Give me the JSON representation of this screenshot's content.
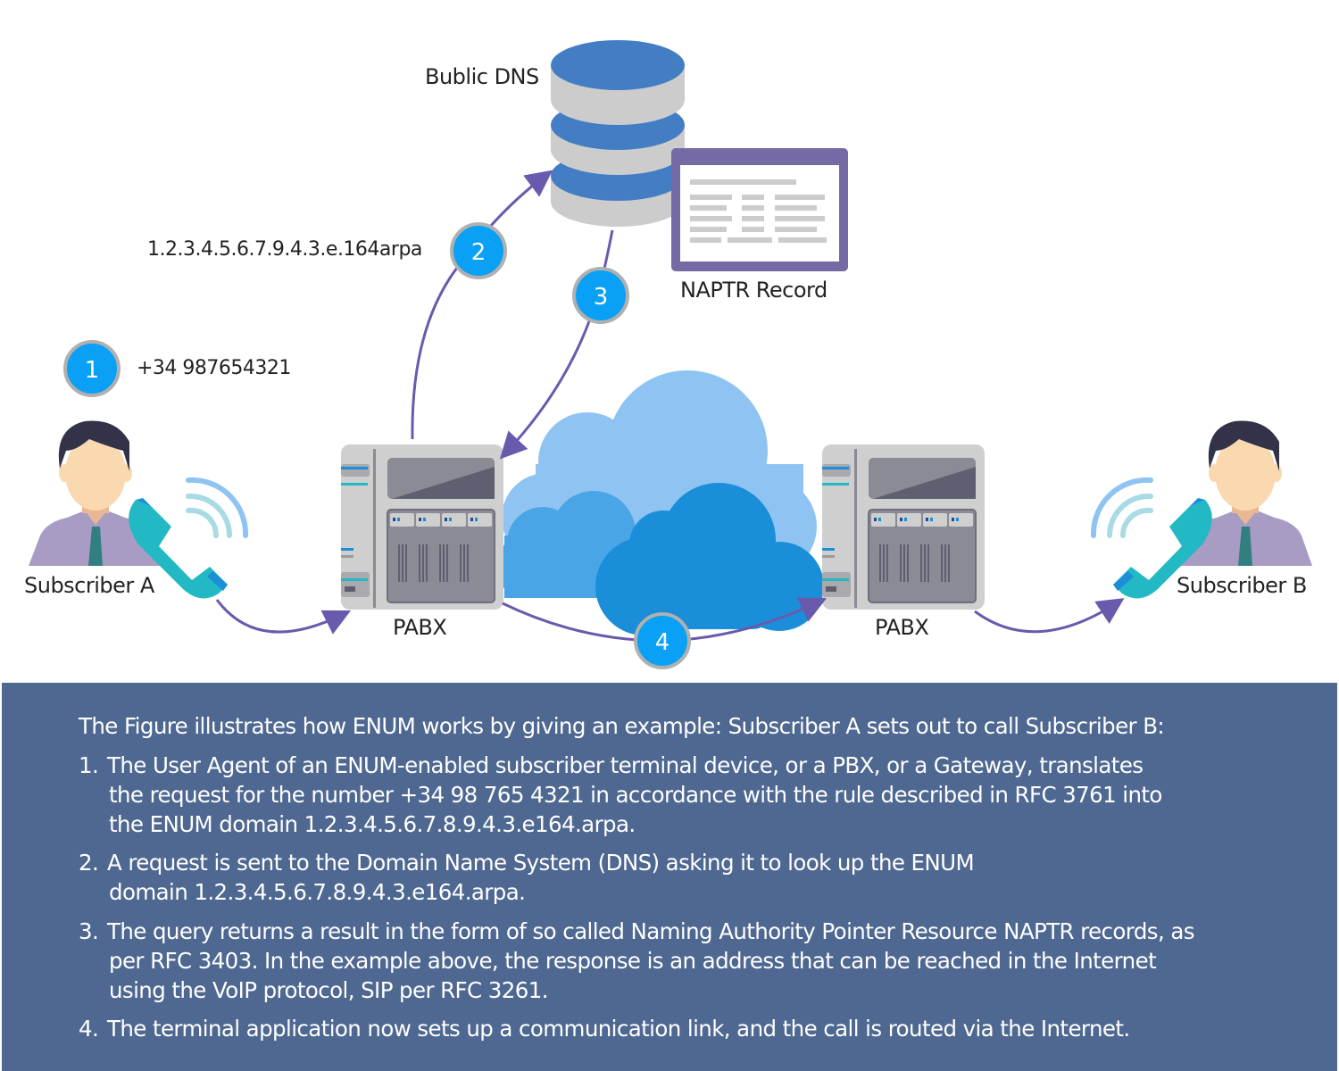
{
  "diagram": {
    "title_hidden": "",
    "dns_label": "Bublic DNS",
    "naptr_label": "NAPTR Record",
    "enum_domain_label": "1.2.3.4.5.6.7.9.4.3.e.164arpa",
    "phone_number_label": "+34 987654321",
    "subscriber_a_label": "Subscriber A",
    "subscriber_b_label": "Subscriber B",
    "pabx_left_label": "PABX",
    "pabx_right_label": "PABX",
    "badges": [
      "1",
      "2",
      "3",
      "4"
    ],
    "colors": {
      "badge": "#0aa0f5",
      "badge_ring": "#b0b0b0",
      "arrow": "#6a5aad",
      "dns_blue": "#437ec4",
      "dns_gray": "#cccccc",
      "naptr_frame": "#756aa3",
      "cloud_light": "#8fc4f2",
      "cloud_mid": "#4aa5e6",
      "cloud_dark": "#1b8ed9",
      "phone": "#22b9c4",
      "panel_bg": "#4e6891"
    }
  },
  "panel": {
    "intro": "The Figure illustrates how ENUM works by giving an example: Subscriber A sets out to call Subscriber B:",
    "steps": [
      {
        "num": "1.",
        "lines": [
          "The User Agent of an ENUM-enabled subscriber terminal device, or a PBX, or a Gateway, translates",
          "the request for the number +34 98 765 4321 in accordance with the rule described in RFC 3761 into",
          "the ENUM domain 1.2.3.4.5.6.7.8.9.4.3.e164.arpa."
        ]
      },
      {
        "num": "2.",
        "lines": [
          "A request is sent to the Domain Name System (DNS) asking it to look up the ENUM",
          "domain 1.2.3.4.5.6.7.8.9.4.3.e164.arpa."
        ]
      },
      {
        "num": "3.",
        "lines": [
          "The query returns a result in the form of so called Naming Authority Pointer Resource NAPTR records, as",
          "per RFC 3403. In the example above, the response is an address that can be reached in the Internet",
          "using the VoIP protocol, SIP per RFC 3261."
        ]
      },
      {
        "num": "4.",
        "lines": [
          "The terminal application now sets up a communication link, and the call is routed via the Internet."
        ]
      }
    ]
  }
}
